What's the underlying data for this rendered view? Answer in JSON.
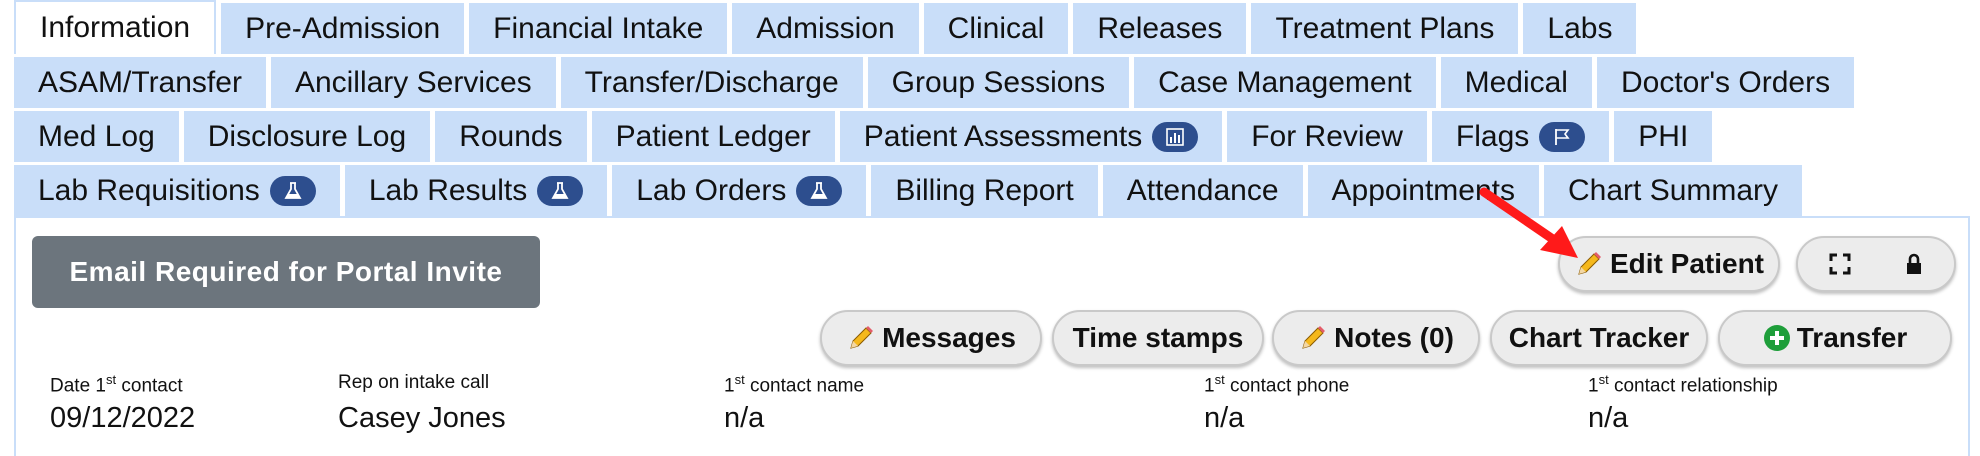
{
  "tabs": {
    "rows": [
      [
        {
          "label": "Information",
          "name": "tab-information",
          "active": true
        },
        {
          "label": "Pre-Admission",
          "name": "tab-pre-admission"
        },
        {
          "label": "Financial Intake",
          "name": "tab-financial-intake"
        },
        {
          "label": "Admission",
          "name": "tab-admission"
        },
        {
          "label": "Clinical",
          "name": "tab-clinical"
        },
        {
          "label": "Releases",
          "name": "tab-releases"
        },
        {
          "label": "Treatment Plans",
          "name": "tab-treatment-plans"
        },
        {
          "label": "Labs",
          "name": "tab-labs"
        }
      ],
      [
        {
          "label": "ASAM/Transfer",
          "name": "tab-asam-transfer"
        },
        {
          "label": "Ancillary Services",
          "name": "tab-ancillary-services"
        },
        {
          "label": "Transfer/Discharge",
          "name": "tab-transfer-discharge"
        },
        {
          "label": "Group Sessions",
          "name": "tab-group-sessions"
        },
        {
          "label": "Case Management",
          "name": "tab-case-management"
        },
        {
          "label": "Medical",
          "name": "tab-medical"
        },
        {
          "label": "Doctor's Orders",
          "name": "tab-doctors-orders"
        }
      ],
      [
        {
          "label": "Med Log",
          "name": "tab-med-log"
        },
        {
          "label": "Disclosure Log",
          "name": "tab-disclosure-log"
        },
        {
          "label": "Rounds",
          "name": "tab-rounds"
        },
        {
          "label": "Patient Ledger",
          "name": "tab-patient-ledger"
        },
        {
          "label": "Patient Assessments",
          "name": "tab-patient-assessments",
          "icon": "chart-icon"
        },
        {
          "label": "For Review",
          "name": "tab-for-review"
        },
        {
          "label": "Flags",
          "name": "tab-flags",
          "icon": "flag-icon"
        },
        {
          "label": "PHI",
          "name": "tab-phi"
        }
      ],
      [
        {
          "label": "Lab Requisitions",
          "name": "tab-lab-requisitions",
          "icon": "flask-icon"
        },
        {
          "label": "Lab Results",
          "name": "tab-lab-results",
          "icon": "flask-icon"
        },
        {
          "label": "Lab Orders",
          "name": "tab-lab-orders",
          "icon": "flask-icon"
        },
        {
          "label": "Billing Report",
          "name": "tab-billing-report"
        },
        {
          "label": "Attendance",
          "name": "tab-attendance"
        },
        {
          "label": "Appointments",
          "name": "tab-appointments"
        },
        {
          "label": "Chart Summary",
          "name": "tab-chart-summary"
        }
      ]
    ]
  },
  "buttons": {
    "portal_invite": "Email Required for Portal Invite",
    "edit_patient": "Edit Patient",
    "messages": "Messages",
    "time_stamps": "Time stamps",
    "notes": "Notes (0)",
    "chart_tracker": "Chart Tracker",
    "transfer": "Transfer"
  },
  "fields": {
    "date_first_contact": {
      "label_pre": "Date 1",
      "label_sup": "st",
      "label_post": " contact",
      "value": "09/12/2022"
    },
    "rep_on_intake": {
      "label_pre": "Rep on intake call",
      "label_sup": "",
      "label_post": "",
      "value": "Casey Jones"
    },
    "first_contact_name": {
      "label_pre": "1",
      "label_sup": "st",
      "label_post": " contact name",
      "value": "n/a"
    },
    "first_contact_phone": {
      "label_pre": "1",
      "label_sup": "st",
      "label_post": " contact phone",
      "value": "n/a"
    },
    "first_contact_relationship": {
      "label_pre": "1",
      "label_sup": "st",
      "label_post": " contact relationship",
      "value": "n/a"
    }
  },
  "colors": {
    "tab_bg": "#c9def9",
    "badge_bg": "#2d4e8e",
    "portal_button_bg": "#6c757d",
    "annotation_arrow": "#ff1a1a",
    "transfer_icon": "#1e9e3a"
  }
}
